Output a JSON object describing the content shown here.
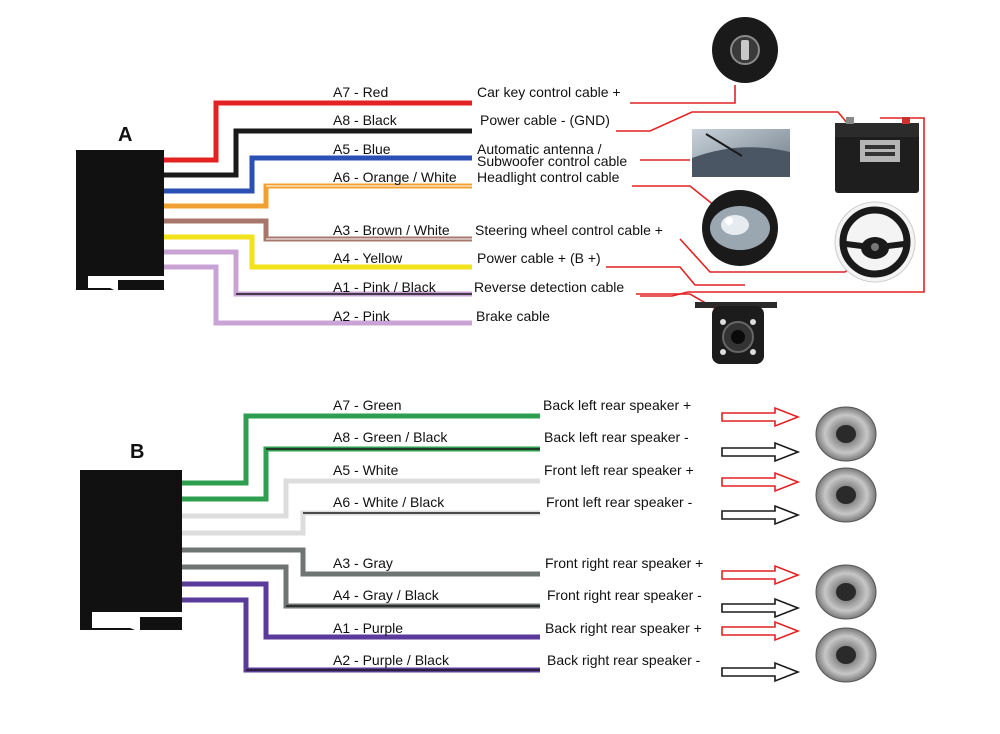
{
  "connector_a": {
    "label": "A",
    "wires": [
      {
        "code": "A7 - Red",
        "function": "Car key control cable +",
        "color": "#e32222",
        "stripe": null
      },
      {
        "code": "A8 - Black",
        "function": "Power cable - (GND)",
        "color": "#1a1a1a",
        "stripe": null
      },
      {
        "code": "A5 - Blue",
        "function": "Automatic antenna /",
        "function2": "Subwoofer control cable",
        "color": "#2a4fb5",
        "stripe": null
      },
      {
        "code": "A6 - Orange / White",
        "function": "Headlight control cable",
        "color": "#f0a030",
        "stripe": "#ffffff"
      },
      {
        "code": "A3 - Brown / White",
        "function": "Steering wheel control cable +",
        "color": "#a8776b",
        "stripe": "#ffffff"
      },
      {
        "code": "A4 - Yellow",
        "function": "Power cable + (B +)",
        "color": "#f2e21a",
        "stripe": null
      },
      {
        "code": "A1 - Pink / Black",
        "function": "Reverse detection cable",
        "color": "#c9a3d6",
        "stripe": "#1a1a1a"
      },
      {
        "code": "A2 - Pink",
        "function": "Brake cable",
        "color": "#c9a3d6",
        "stripe": null
      }
    ],
    "accessories": [
      "ignition-key",
      "car-battery",
      "car-antenna",
      "headlight",
      "steering-wheel",
      "reverse-camera"
    ]
  },
  "connector_b": {
    "label": "B",
    "wires": [
      {
        "code": "A7 - Green",
        "function": "Back left rear speaker +",
        "color": "#2e9e4f",
        "stripe": null,
        "polarity": "+"
      },
      {
        "code": "A8 - Green / Black",
        "function": "Back left rear speaker -",
        "color": "#2e9e4f",
        "stripe": "#1a1a1a",
        "polarity": "-"
      },
      {
        "code": "A5 - White",
        "function": "Front left rear speaker +",
        "color": "#dddddd",
        "stripe": null,
        "polarity": "+"
      },
      {
        "code": "A6 - White / Black",
        "function": "Front left rear speaker -",
        "color": "#dddddd",
        "stripe": "#1a1a1a",
        "polarity": "-"
      },
      {
        "code": "A3 - Gray",
        "function": "Front right rear speaker +",
        "color": "#6f7573",
        "stripe": null,
        "polarity": "+"
      },
      {
        "code": "A4 - Gray / Black",
        "function": "Front right rear speaker -",
        "color": "#6f7573",
        "stripe": "#1a1a1a",
        "polarity": "-"
      },
      {
        "code": "A1 - Purple",
        "function": "Back right rear speaker +",
        "color": "#5a3a9a",
        "stripe": null,
        "polarity": "+"
      },
      {
        "code": "A2 - Purple / Black",
        "function": "Back right rear speaker -",
        "color": "#5a3a9a",
        "stripe": "#1a1a1a",
        "polarity": "-"
      }
    ],
    "speaker_icons": [
      "speaker-icon",
      "speaker-icon",
      "speaker-icon",
      "speaker-icon"
    ]
  },
  "colors": {
    "arrow_positive": "#e32222",
    "arrow_negative": "#1a1a1a",
    "connector_body": "#111111",
    "leader_line": "#e32222"
  }
}
